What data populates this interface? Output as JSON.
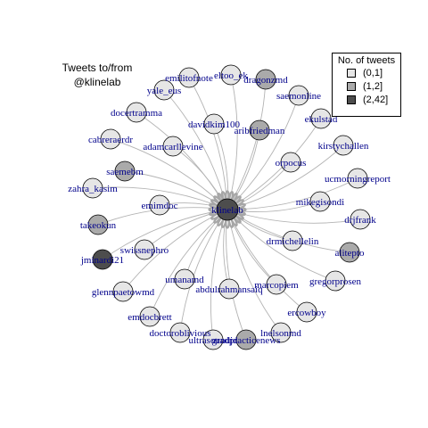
{
  "title_lines": [
    "Tweets to/from",
    "@klinelab"
  ],
  "legend": {
    "title": "No. of tweets",
    "items": [
      {
        "label": "(0,1]",
        "color": "#e6e6e6"
      },
      {
        "label": "(1,2]",
        "color": "#aaaaaa"
      },
      {
        "label": "(2,42]",
        "color": "#4d4d4d"
      }
    ]
  },
  "colors": {
    "edge": "#b3b3b3",
    "label": "#00008B",
    "node_stroke": "#000000",
    "self_loop": "#a6a6a6"
  },
  "center": {
    "id": "klinelab",
    "bin": 2
  },
  "nodes": [
    {
      "id": "emilitofnote",
      "bin": 0
    },
    {
      "id": "eltoo_ek",
      "bin": 0
    },
    {
      "id": "dragonzmd",
      "bin": 1
    },
    {
      "id": "yale_eus",
      "bin": 0
    },
    {
      "id": "saemonline",
      "bin": 0
    },
    {
      "id": "docertramma",
      "bin": 0
    },
    {
      "id": "davidkim100",
      "bin": 0
    },
    {
      "id": "aribfriedman",
      "bin": 1
    },
    {
      "id": "ekulstad",
      "bin": 0
    },
    {
      "id": "cabreraerdr",
      "bin": 0
    },
    {
      "id": "adamcarllevine",
      "bin": 0
    },
    {
      "id": "kirstychallen",
      "bin": 0
    },
    {
      "id": "saemebm",
      "bin": 1
    },
    {
      "id": "orpocus",
      "bin": 0
    },
    {
      "id": "ucmorningreport",
      "bin": 0
    },
    {
      "id": "zahra_kasim",
      "bin": 0
    },
    {
      "id": "emimdoc",
      "bin": 0
    },
    {
      "id": "mikegisondi",
      "bin": 0
    },
    {
      "id": "drjfrank",
      "bin": 0
    },
    {
      "id": "takeokun",
      "bin": 1
    },
    {
      "id": "drmichellelin",
      "bin": 0
    },
    {
      "id": "swissnephro",
      "bin": 0
    },
    {
      "id": "alitepto",
      "bin": 1
    },
    {
      "id": "jminardi21",
      "bin": 2
    },
    {
      "id": "gregorprosen",
      "bin": 0
    },
    {
      "id": "umanamd",
      "bin": 0
    },
    {
      "id": "glennpaetowmd",
      "bin": 0
    },
    {
      "id": "abdulrahmansaiq",
      "bin": 0
    },
    {
      "id": "marcopiem",
      "bin": 0
    },
    {
      "id": "ercowboy",
      "bin": 0
    },
    {
      "id": "emdocbrett",
      "bin": 0
    },
    {
      "id": "lnelsonmd",
      "bin": 0
    },
    {
      "id": "doctoroblivious",
      "bin": 0
    },
    {
      "id": "ultrasoundjd",
      "bin": 0
    },
    {
      "id": "gradpracticenews",
      "bin": 1
    }
  ]
}
